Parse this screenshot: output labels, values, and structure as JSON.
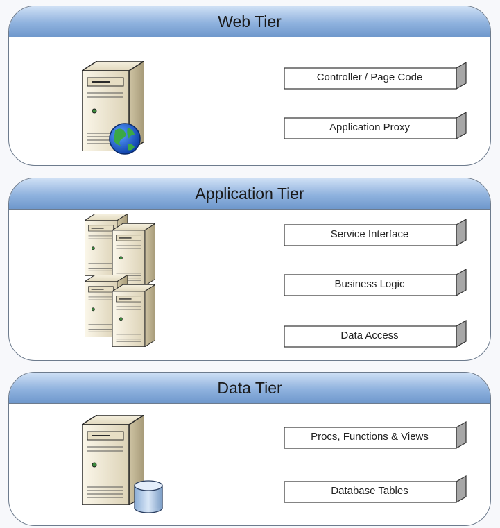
{
  "tiers": [
    {
      "title": "Web Tier",
      "components": [
        "Controller / Page Code",
        "Application Proxy"
      ]
    },
    {
      "title": "Application Tier",
      "components": [
        "Service Interface",
        "Business Logic",
        "Data Access"
      ]
    },
    {
      "title": "Data Tier",
      "components": [
        "Procs, Functions & Views",
        "Database Tables"
      ]
    }
  ],
  "icons": {
    "web": "web-server-globe-icon",
    "app": "application-server-cluster-icon",
    "data": "database-server-icon"
  },
  "colors": {
    "header_blue": "#8fb2de",
    "border": "#6d7b8d",
    "server_body": "#efe8d3"
  }
}
